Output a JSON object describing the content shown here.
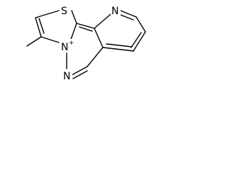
{
  "molecule": {
    "atoms": {
      "sulfur": "S",
      "pyridine_nitrogen": "N",
      "cationic_nitrogen": "N",
      "cationic_nitrogen_charge": "+",
      "pyridazine_nitrogen": "N"
    }
  }
}
